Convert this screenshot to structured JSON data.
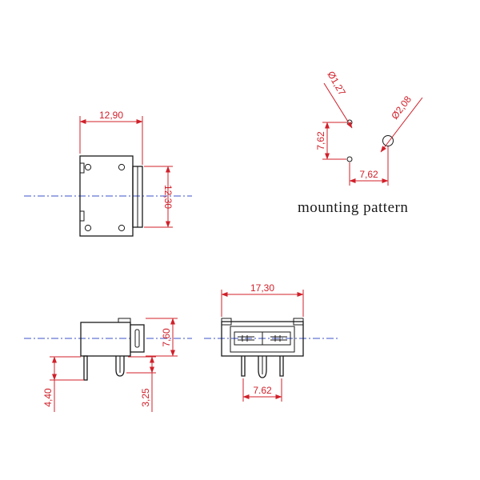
{
  "top_view": {
    "width_label": "12,90",
    "height_label": "12,30"
  },
  "mounting_pattern": {
    "caption": "mounting pattern",
    "small_hole_label": "Ø1,27",
    "large_hole_label": "Ø2,08",
    "vertical_pitch_label": "7,62",
    "horizontal_pitch_label": "7,62"
  },
  "side_view": {
    "body_height_label": "7,60",
    "pin_length_label": "4,40",
    "pin_offset_label": "3,25"
  },
  "front_view": {
    "width_label": "17,30",
    "pin_pitch_label": "7.62"
  },
  "colors": {
    "outline": "#1a1a1a",
    "dimension": "#d0202a",
    "centerline": "#3a52c8"
  }
}
